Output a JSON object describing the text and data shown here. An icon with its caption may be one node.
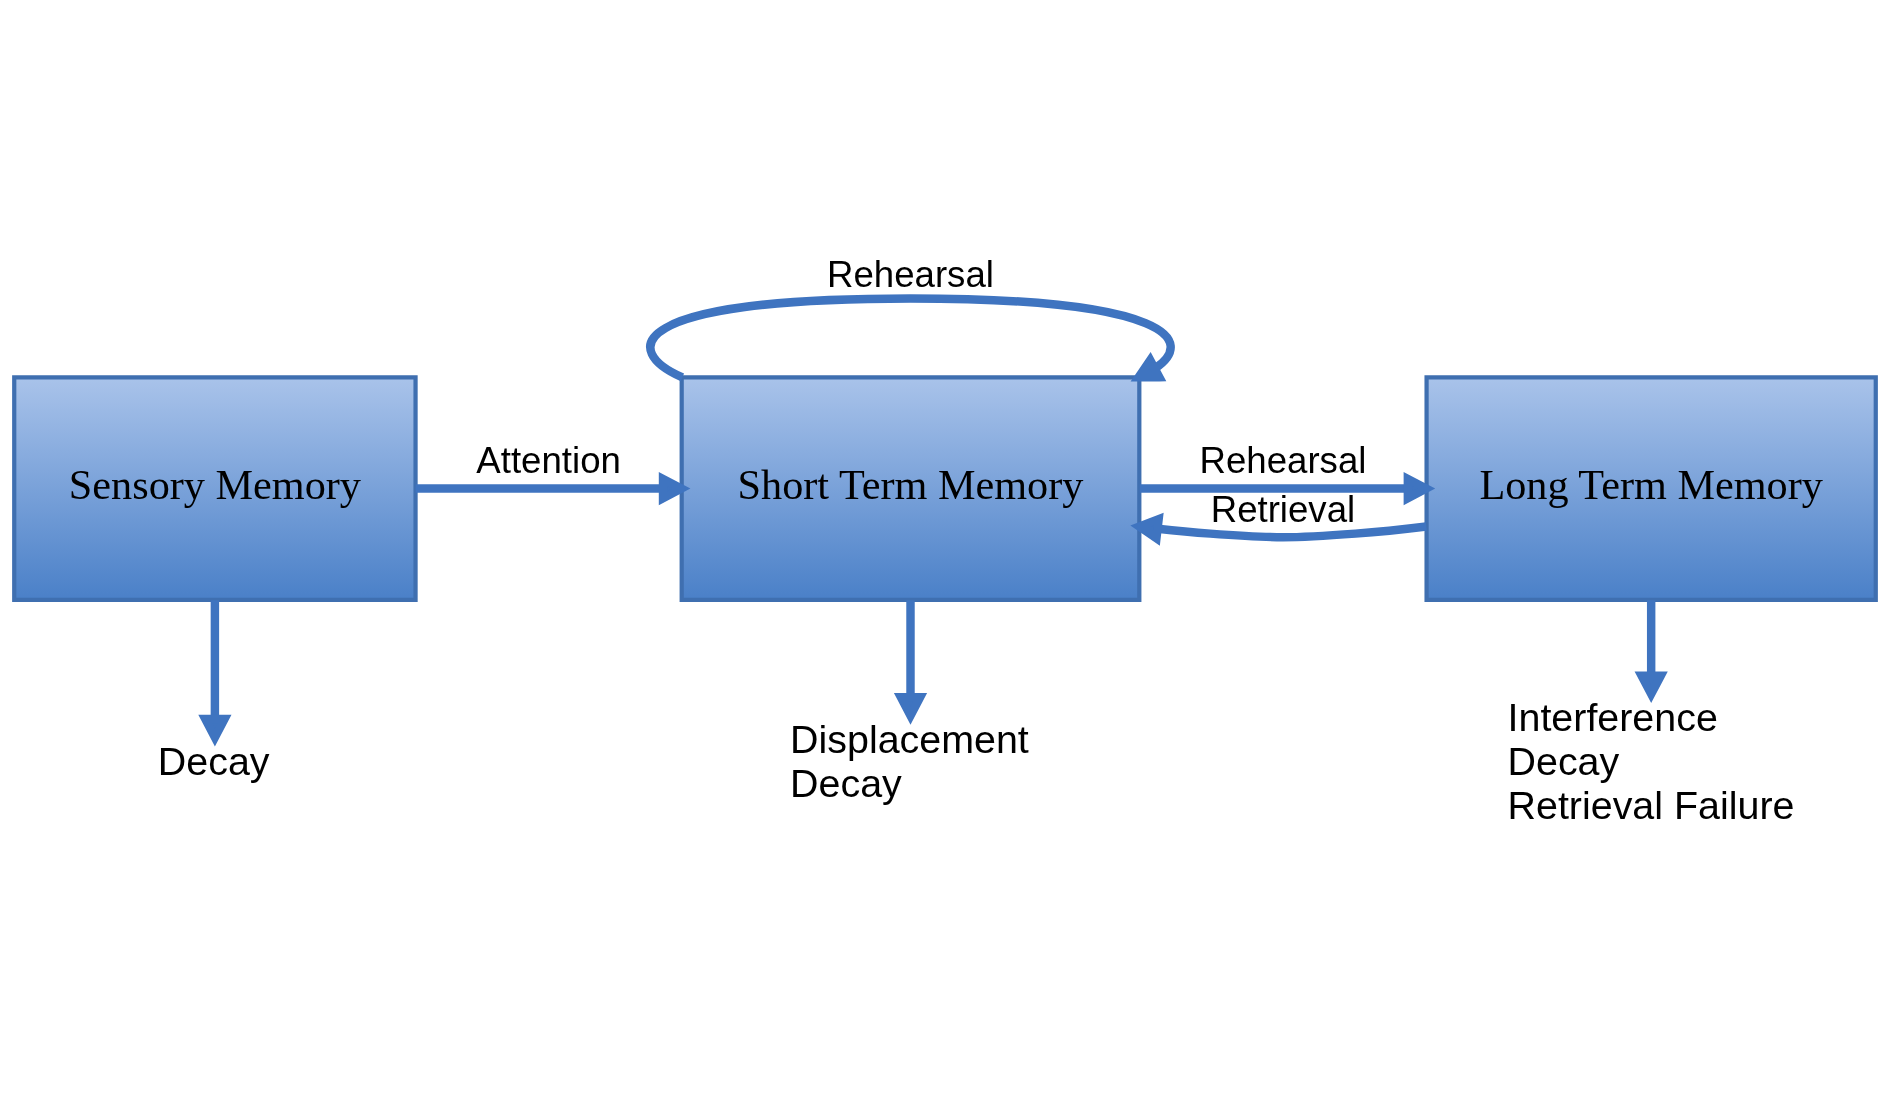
{
  "diagram": {
    "nodes": [
      {
        "text": [
          "Sensory Memory"
        ]
      },
      {
        "text": [
          "Short Term Memory"
        ]
      },
      {
        "text": [
          "Long Term Memory"
        ]
      },
      {
        "text": [
          "Decay"
        ]
      },
      {
        "text": [
          "Displacement",
          "Decay"
        ]
      },
      {
        "text": [
          "Interference",
          "Decay",
          "Retrieval Failure"
        ]
      }
    ],
    "edges": [
      {
        "from": 0,
        "to": 1,
        "arrow": "to",
        "label": "Attention"
      },
      {
        "from": 1,
        "to": 1,
        "arrow": "to",
        "label": "Rehearsal"
      },
      {
        "from": 1,
        "to": 2,
        "arrow": "to",
        "label": "Rehearsal"
      },
      {
        "from": 2,
        "to": 1,
        "arrow": "to",
        "label": "Retrieval"
      },
      {
        "from": 0,
        "to": 3,
        "arrow": "to"
      },
      {
        "from": 1,
        "to": 4,
        "arrow": "to"
      },
      {
        "from": 2,
        "to": 5,
        "arrow": "to"
      }
    ]
  }
}
